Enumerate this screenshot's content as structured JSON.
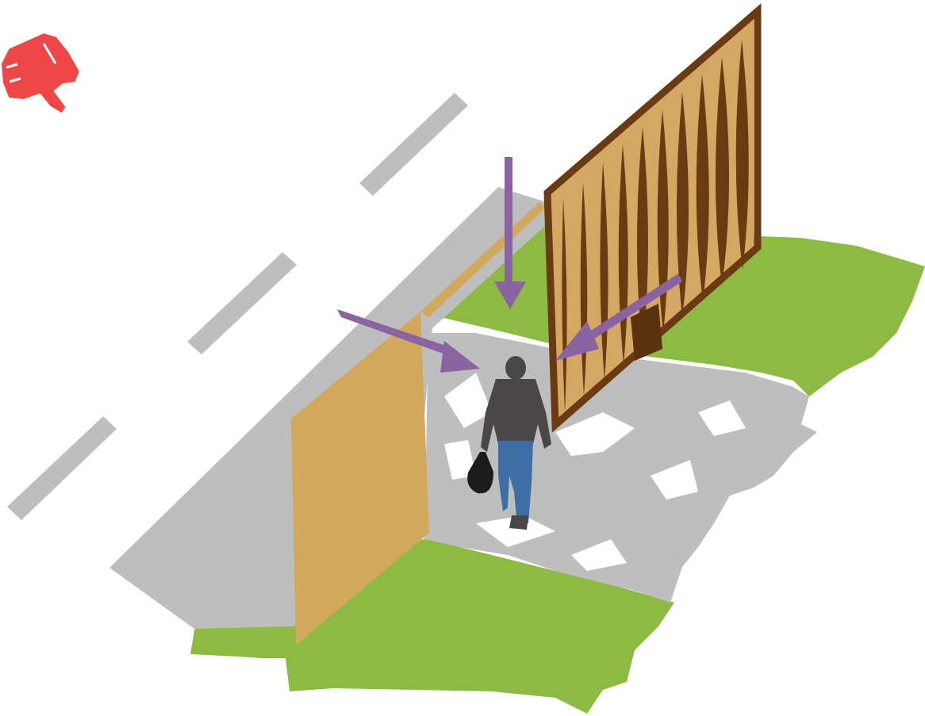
{
  "illustration": {
    "badge_icon": "thumbs-down-icon",
    "arrows": [
      "arrow-from-above",
      "arrow-from-left",
      "arrow-from-right"
    ],
    "colors": {
      "background": "#ffffff",
      "grass": "#8cba43",
      "pavement": "#bdbebd",
      "road_marking": "#bdbebd",
      "wall": "#d1a85c",
      "gate_frame": "#6a3b12",
      "gate_panel": "#d4a862",
      "arrow": "#8a64a2",
      "badge": "#ef4747",
      "person_jacket": "#4b4749",
      "person_jeans": "#3d6ea5",
      "bag": "#1c1c1c"
    }
  }
}
